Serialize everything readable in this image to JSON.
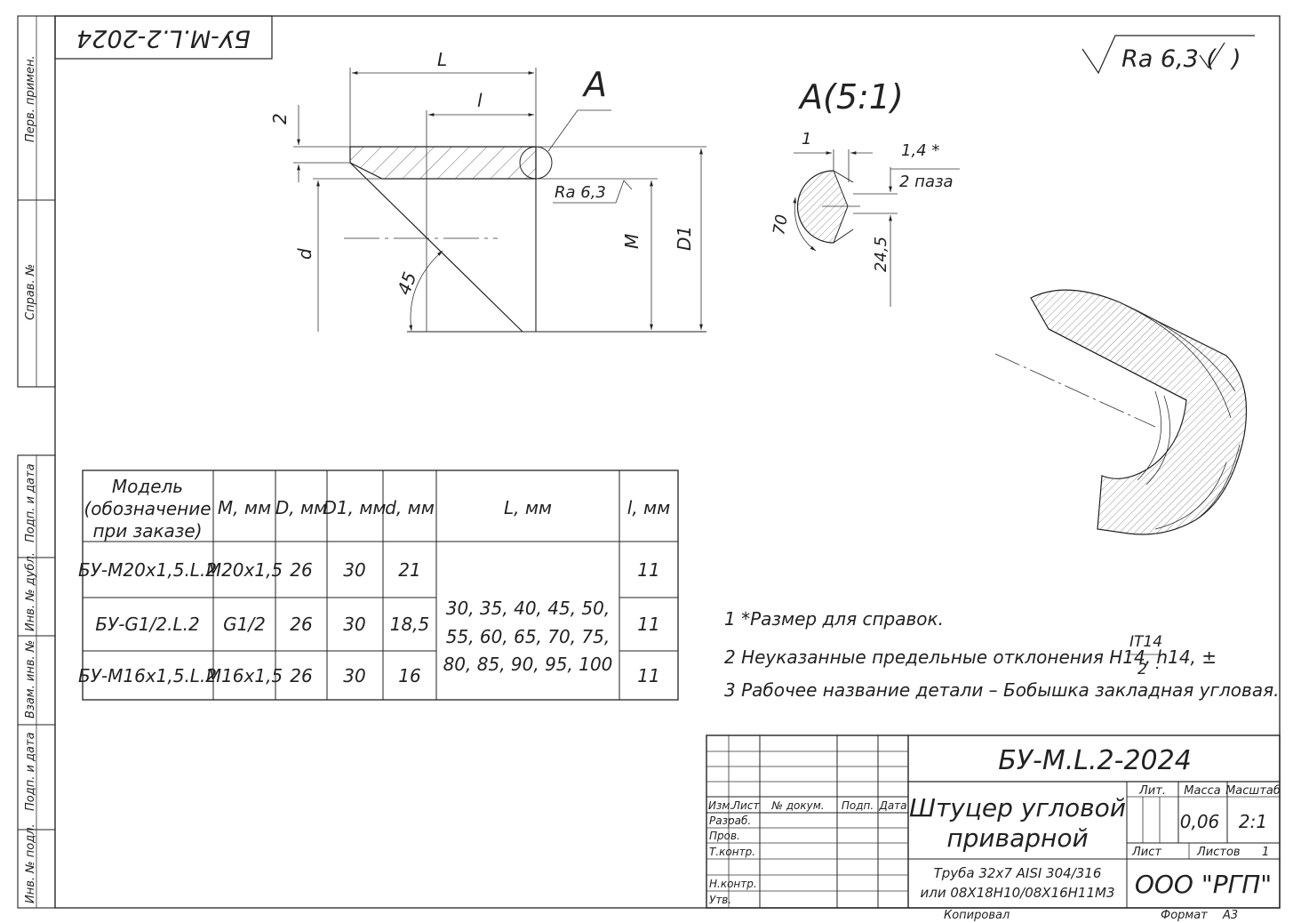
{
  "stamp_code_rotated": "БУ-M.L.2-2024",
  "side_labels": [
    "Перв. примен.",
    "Справ. №",
    "Подп. и дата",
    "Инв. № дубл.",
    "Взам. инв. №",
    "Подп. и дата",
    "Инв. № подл."
  ],
  "roughness_general": "Ra 6,3 (",
  "roughness_local": "Ra 6,3",
  "view_label": "A",
  "detail_label": "A(5:1)",
  "dims": {
    "L": "L",
    "l": "l",
    "two": "2",
    "d": "d",
    "M": "M",
    "D1": "D1",
    "angle45": "45",
    "detail_1": "1",
    "detail_14": "1,4 *",
    "detail_slots": "2 паза",
    "detail_70": "70",
    "detail_245": "24,5"
  },
  "table": {
    "headers": [
      "Модель (обозначение при заказе)",
      "M, мм",
      "D, мм",
      "D1, мм",
      "d, мм",
      "L, мм",
      "l, мм"
    ],
    "header_model_lines": [
      "Модель",
      "(обозначение",
      "при заказе)"
    ],
    "rows": [
      {
        "model": "БУ-M20x1,5.L.2",
        "M": "M20x1,5",
        "D": "26",
        "D1": "30",
        "d": "21",
        "l": "11"
      },
      {
        "model": "БУ-G1/2.L.2",
        "M": "G1/2",
        "D": "26",
        "D1": "30",
        "d": "18,5",
        "l": "11"
      },
      {
        "model": "БУ-M16x1,5.L.2",
        "M": "M16x1,5",
        "D": "26",
        "D1": "30",
        "d": "16",
        "l": "11"
      }
    ],
    "L_values_lines": [
      "30, 35, 40, 45, 50,",
      "55, 60, 65, 70, 75,",
      "80, 85, 90, 95, 100"
    ]
  },
  "notes": [
    "1  *Размер для справок.",
    "2  Неуказанные предельные отклонения H14, h14, ±",
    "3  Рабочее название детали – Бобышка закладная угловая."
  ],
  "note2_fraction": {
    "num": "IT14",
    "den": "2"
  },
  "title_block": {
    "code": "БУ-M.L.2-2024",
    "name_lines": [
      "Штуцер угловой",
      "приварной"
    ],
    "material_lines": [
      "Труба 32x7 AISI 304/316",
      "или 08X18H10/08X16H11M3"
    ],
    "org": "ООО \"РГП\"",
    "lit": "Лит.",
    "mass_label": "Масса",
    "scale_label": "Масштаб",
    "mass": "0,06",
    "scale": "2:1",
    "sheet_label": "Лист",
    "sheets_label": "Листов",
    "sheets": "1",
    "izm_cols": [
      "Изм.",
      "Лист",
      "№ докум.",
      "Подп.",
      "Дата"
    ],
    "roles": [
      "Разраб.",
      "Пров.",
      "Т.контр.",
      "",
      "Н.контр.",
      "Утв."
    ],
    "copied": "Копировал",
    "format_label": "Формат",
    "format": "A3"
  }
}
